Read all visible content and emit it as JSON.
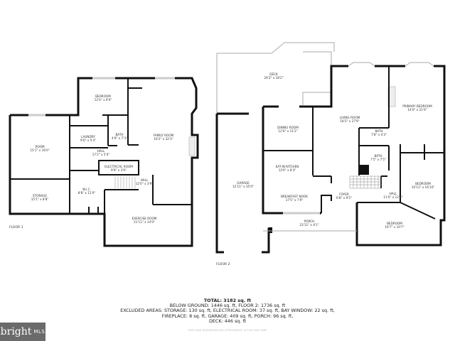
{
  "floor1": {
    "label": "FLOOR 1",
    "rooms": {
      "bedroom": {
        "name": "BEDROOM",
        "dims": "12'4\" x 9'0\""
      },
      "laundry": {
        "name": "LAUNDRY",
        "dims": "9'0\" x 5'4\""
      },
      "bath": {
        "name": "BATH",
        "dims": "4'9\" x 7'3\""
      },
      "family_room": {
        "name": "FAMILY ROOM",
        "dims": "16'2\" x 32'3\""
      },
      "room": {
        "name": "ROOM",
        "dims": "15'1\" x 16'0\""
      },
      "hall": {
        "name": "HALL",
        "dims": "17'2\" x 5'4\""
      },
      "electrical_room": {
        "name": "ELECTRICAL ROOM",
        "dims": "9'9\" x 3'9\""
      },
      "hall2": {
        "name": "HALL",
        "dims": "12'0\" x 3'9\""
      },
      "storage": {
        "name": "STORAGE",
        "dims": "15'1\" x 8'8\""
      },
      "wic": {
        "name": "W.I.C.",
        "dims": "8'8\" x 11'0\""
      },
      "exercise_room": {
        "name": "EXERCISE ROOM",
        "dims": "21'11\" x 14'0\""
      }
    }
  },
  "floor2": {
    "label": "FLOOR 2",
    "rooms": {
      "deck": {
        "name": "DECK",
        "dims": "29'2\" x 18'2\""
      },
      "living_room": {
        "name": "LIVING ROOM",
        "dims": "18'2\" x 27'9\""
      },
      "primary_bedroom": {
        "name": "PRIMARY BEDROOM",
        "dims": "14'0\" x 21'9\""
      },
      "dining_room": {
        "name": "DINING ROOM",
        "dims": "12'6\" x 11'2\""
      },
      "bath1": {
        "name": "BATH",
        "dims": "7'8\" x 4'3\""
      },
      "bath2": {
        "name": "BATH",
        "dims": "7'5\" x 7'5\""
      },
      "eat_in_kitchen": {
        "name": "EAT-IN KITCHEN",
        "dims": "12'6\" x 8'3\""
      },
      "garage": {
        "name": "GARAGE",
        "dims": "12'11\" x 35'0\""
      },
      "bedroom_right": {
        "name": "BEDROOM",
        "dims": "10'11\" x 16'10\""
      },
      "breakfast_nook": {
        "name": "BREAKFAST NOOK",
        "dims": "17'5\" x 7'9\""
      },
      "foyer": {
        "name": "FOYER",
        "dims": "6'8\" x 9'5\""
      },
      "hall": {
        "name": "HALL",
        "dims": "11'0\" x 12'8\""
      },
      "porch": {
        "name": "PORCH",
        "dims": "23'11\" x 4'1\""
      },
      "bedroom_bottom": {
        "name": "BEDROOM",
        "dims": "19'7\" x 10'7\""
      }
    }
  },
  "summary": {
    "total": "TOTAL: 3182 sq. ft",
    "line1": "BELOW GROUND: 1446 sq. ft, FLOOR 2: 1736 sq. ft",
    "line2": "EXCLUDED AREAS: STORAGE: 130 sq. ft, ELECTRICAL ROOM: 37 sq. ft, BAY WINDOW: 22 sq. ft,",
    "line3": "FIREPLACE: 8 sq. ft, GARAGE: 409 sq. ft, PORCH: 96 sq. ft,",
    "line4": "DECK: 446 sq. ft",
    "disclaimer": "SIZES AND DIMENSIONS ARE APPROXIMATE, ACTUAL MAY VARY."
  },
  "logo": {
    "brand": "bright",
    "suffix": "MLS"
  }
}
